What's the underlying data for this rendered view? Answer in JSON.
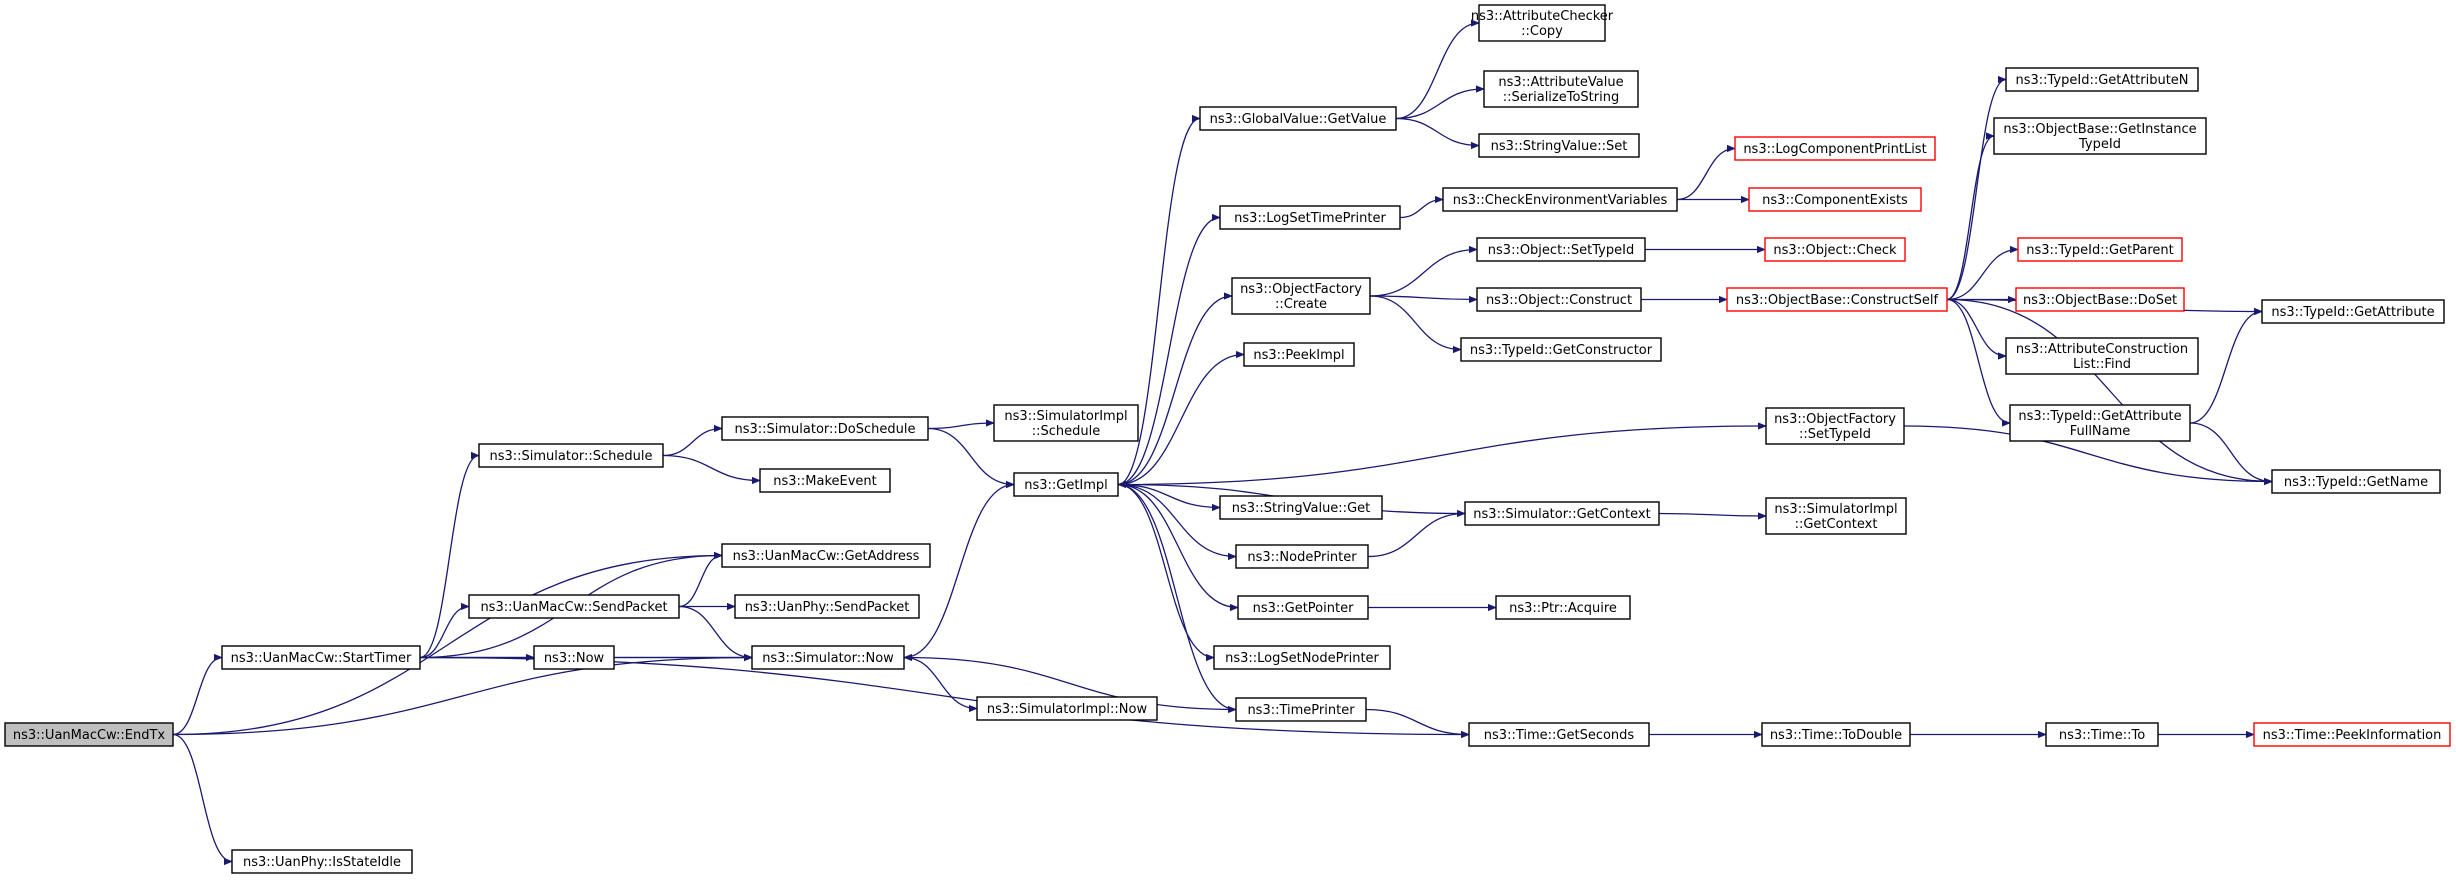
{
  "colors": {
    "edge": "#191970",
    "truncated_border": "#ff0000",
    "root_fill": "#bfbfbf",
    "node_border": "#000000"
  },
  "nodes": [
    {
      "id": "endtx",
      "label": [
        "ns3::UanMacCw::EndTx"
      ],
      "root": true
    },
    {
      "id": "starttimer",
      "label": [
        "ns3::UanMacCw::StartTimer"
      ]
    },
    {
      "id": "isstateidle",
      "label": [
        "ns3::UanPhy::IsStateIdle"
      ]
    },
    {
      "id": "schedule",
      "label": [
        "ns3::Simulator::Schedule"
      ]
    },
    {
      "id": "sendpacket",
      "label": [
        "ns3::UanMacCw::SendPacket"
      ]
    },
    {
      "id": "now",
      "label": [
        "ns3::Now"
      ]
    },
    {
      "id": "getaddress",
      "label": [
        "ns3::UanMacCw::GetAddress"
      ]
    },
    {
      "id": "makeevent",
      "label": [
        "ns3::MakeEvent"
      ]
    },
    {
      "id": "physendpacket",
      "label": [
        "ns3::UanPhy::SendPacket"
      ]
    },
    {
      "id": "simnow",
      "label": [
        "ns3::Simulator::Now"
      ]
    },
    {
      "id": "doschedule",
      "label": [
        "ns3::Simulator::DoSchedule"
      ]
    },
    {
      "id": "simimplschedule",
      "label": [
        "ns3::SimulatorImpl",
        "::Schedule"
      ]
    },
    {
      "id": "simimplnow",
      "label": [
        "ns3::SimulatorImpl::Now"
      ]
    },
    {
      "id": "getimpl",
      "label": [
        "ns3::GetImpl"
      ]
    },
    {
      "id": "globalvalue",
      "label": [
        "ns3::GlobalValue::GetValue"
      ]
    },
    {
      "id": "logsettime",
      "label": [
        "ns3::LogSetTimePrinter"
      ]
    },
    {
      "id": "objfactcreate",
      "label": [
        "ns3::ObjectFactory",
        "::Create"
      ]
    },
    {
      "id": "peekimpl",
      "label": [
        "ns3::PeekImpl"
      ]
    },
    {
      "id": "stringget",
      "label": [
        "ns3::StringValue::Get"
      ]
    },
    {
      "id": "nodeprinter",
      "label": [
        "ns3::NodePrinter"
      ]
    },
    {
      "id": "getpointer",
      "label": [
        "ns3::GetPointer"
      ]
    },
    {
      "id": "logsetnode",
      "label": [
        "ns3::LogSetNodePrinter"
      ]
    },
    {
      "id": "timeprinter",
      "label": [
        "ns3::TimePrinter"
      ]
    },
    {
      "id": "attrcheckcopy",
      "label": [
        "ns3::AttributeChecker",
        "::Copy"
      ]
    },
    {
      "id": "attrvalser",
      "label": [
        "ns3::AttributeValue",
        "::SerializeToString"
      ]
    },
    {
      "id": "stringset",
      "label": [
        "ns3::StringValue::Set"
      ]
    },
    {
      "id": "checkenv",
      "label": [
        "ns3::CheckEnvironmentVariables"
      ]
    },
    {
      "id": "objsettypeid",
      "label": [
        "ns3::Object::SetTypeId"
      ]
    },
    {
      "id": "objconstruct",
      "label": [
        "ns3::Object::Construct"
      ]
    },
    {
      "id": "typeidgetctor",
      "label": [
        "ns3::TypeId::GetConstructor"
      ]
    },
    {
      "id": "simgetcontext",
      "label": [
        "ns3::Simulator::GetContext"
      ]
    },
    {
      "id": "ptracquire",
      "label": [
        "ns3::Ptr::Acquire"
      ]
    },
    {
      "id": "timegetseconds",
      "label": [
        "ns3::Time::GetSeconds"
      ]
    },
    {
      "id": "logcompprint",
      "label": [
        "ns3::LogComponentPrintList"
      ],
      "truncated": true
    },
    {
      "id": "compexists",
      "label": [
        "ns3::ComponentExists"
      ],
      "truncated": true
    },
    {
      "id": "objcheck",
      "label": [
        "ns3::Object::Check"
      ],
      "truncated": true
    },
    {
      "id": "constructself",
      "label": [
        "ns3::ObjectBase::ConstructSelf"
      ],
      "truncated": true
    },
    {
      "id": "objfactsettypeid",
      "label": [
        "ns3::ObjectFactory",
        "::SetTypeId"
      ]
    },
    {
      "id": "simimplgetctx",
      "label": [
        "ns3::SimulatorImpl",
        "::GetContext"
      ]
    },
    {
      "id": "timetodouble",
      "label": [
        "ns3::Time::ToDouble"
      ]
    },
    {
      "id": "typeidgetattrn",
      "label": [
        "ns3::TypeId::GetAttributeN"
      ]
    },
    {
      "id": "objbasegetinst",
      "label": [
        "ns3::ObjectBase::GetInstance",
        "TypeId"
      ]
    },
    {
      "id": "typeidgetparent",
      "label": [
        "ns3::TypeId::GetParent"
      ],
      "truncated": true
    },
    {
      "id": "objbasedoset",
      "label": [
        "ns3::ObjectBase::DoSet"
      ],
      "truncated": true
    },
    {
      "id": "attrconstrfind",
      "label": [
        "ns3::AttributeConstruction",
        "List::Find"
      ]
    },
    {
      "id": "typeidgetattrfull",
      "label": [
        "ns3::TypeId::GetAttribute",
        "FullName"
      ]
    },
    {
      "id": "timeto",
      "label": [
        "ns3::Time::To"
      ]
    },
    {
      "id": "typeidgetattr",
      "label": [
        "ns3::TypeId::GetAttribute"
      ]
    },
    {
      "id": "typeidgetname",
      "label": [
        "ns3::TypeId::GetName"
      ]
    },
    {
      "id": "timepeekinfo",
      "label": [
        "ns3::Time::PeekInformation"
      ],
      "truncated": true
    }
  ],
  "edges": [
    [
      "endtx",
      "getaddress"
    ],
    [
      "endtx",
      "starttimer"
    ],
    [
      "endtx",
      "simnow"
    ],
    [
      "endtx",
      "isstateidle"
    ],
    [
      "starttimer",
      "schedule"
    ],
    [
      "starttimer",
      "getaddress"
    ],
    [
      "starttimer",
      "sendpacket"
    ],
    [
      "starttimer",
      "now"
    ],
    [
      "starttimer",
      "simnow"
    ],
    [
      "starttimer",
      "timegetseconds"
    ],
    [
      "schedule",
      "doschedule"
    ],
    [
      "schedule",
      "makeevent"
    ],
    [
      "sendpacket",
      "getaddress"
    ],
    [
      "sendpacket",
      "physendpacket"
    ],
    [
      "sendpacket",
      "simnow"
    ],
    [
      "now",
      "simnow"
    ],
    [
      "simnow",
      "getimpl"
    ],
    [
      "simnow",
      "simimplnow"
    ],
    [
      "doschedule",
      "simimplschedule"
    ],
    [
      "doschedule",
      "getimpl"
    ],
    [
      "getimpl",
      "globalvalue"
    ],
    [
      "getimpl",
      "logsettime"
    ],
    [
      "getimpl",
      "objfactcreate"
    ],
    [
      "getimpl",
      "peekimpl"
    ],
    [
      "getimpl",
      "stringget"
    ],
    [
      "getimpl",
      "nodeprinter"
    ],
    [
      "getimpl",
      "getpointer"
    ],
    [
      "getimpl",
      "logsetnode"
    ],
    [
      "getimpl",
      "timeprinter"
    ],
    [
      "getimpl",
      "objfactsettypeid"
    ],
    [
      "globalvalue",
      "attrcheckcopy"
    ],
    [
      "globalvalue",
      "attrvalser"
    ],
    [
      "globalvalue",
      "stringset"
    ],
    [
      "logsettime",
      "checkenv"
    ],
    [
      "checkenv",
      "logcompprint"
    ],
    [
      "checkenv",
      "compexists"
    ],
    [
      "objfactcreate",
      "objsettypeid"
    ],
    [
      "objfactcreate",
      "objconstruct"
    ],
    [
      "objfactcreate",
      "typeidgetctor"
    ],
    [
      "objsettypeid",
      "objcheck"
    ],
    [
      "objconstruct",
      "constructself"
    ],
    [
      "constructself",
      "typeidgetattrn"
    ],
    [
      "constructself",
      "objbasegetinst"
    ],
    [
      "constructself",
      "typeidgetattr"
    ],
    [
      "constructself",
      "typeidgetparent"
    ],
    [
      "constructself",
      "objbasedoset"
    ],
    [
      "constructself",
      "attrconstrfind"
    ],
    [
      "constructself",
      "typeidgetattrfull"
    ],
    [
      "constructself",
      "typeidgetname"
    ],
    [
      "typeidgetattrfull",
      "typeidgetattr"
    ],
    [
      "typeidgetattrfull",
      "typeidgetname"
    ],
    [
      "objfactsettypeid",
      "typeidgetname"
    ],
    [
      "simgetcontext",
      "getimpl"
    ],
    [
      "simgetcontext",
      "simimplgetctx"
    ],
    [
      "nodeprinter",
      "simgetcontext"
    ],
    [
      "getpointer",
      "ptracquire"
    ],
    [
      "timeprinter",
      "simnow"
    ],
    [
      "timeprinter",
      "timegetseconds"
    ],
    [
      "timegetseconds",
      "timetodouble"
    ],
    [
      "timetodouble",
      "timeto"
    ],
    [
      "timeto",
      "timepeekinfo"
    ]
  ]
}
